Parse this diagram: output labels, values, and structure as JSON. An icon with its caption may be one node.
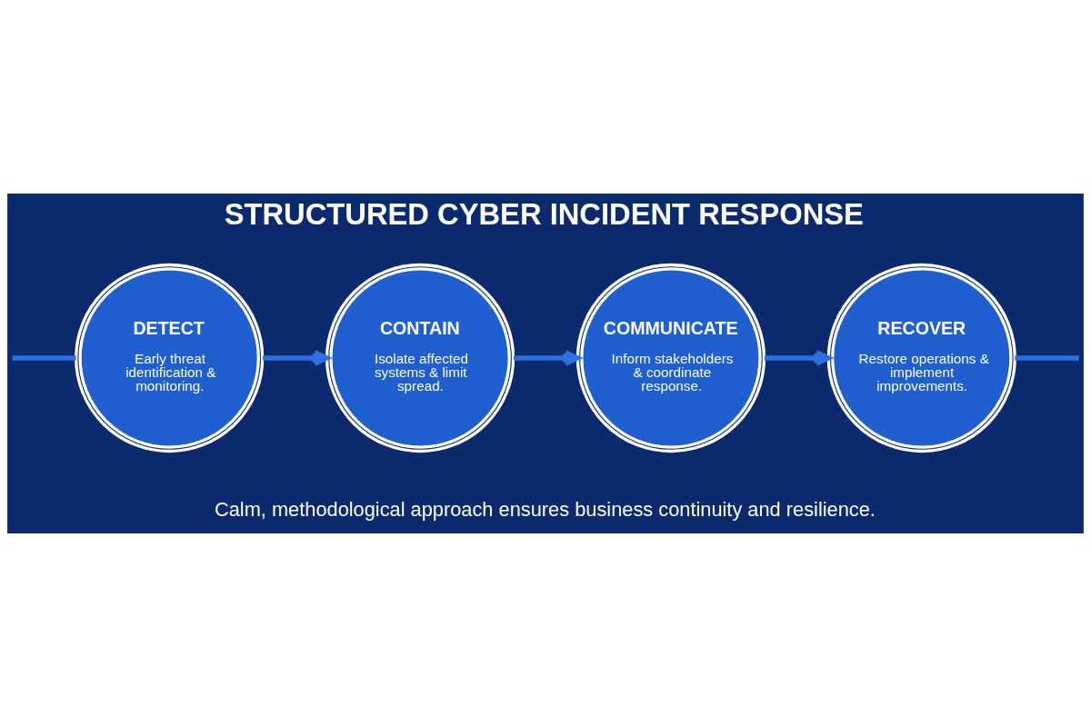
{
  "diagram": {
    "title": "STRUCTURED CYBER INCIDENT RESPONSE",
    "caption": "Calm, methodological approach ensures business continuity and resilience.",
    "nodes": [
      {
        "text": [
          "DETECT",
          "Early threat identification & monitoring."
        ]
      },
      {
        "text": [
          "CONTAIN",
          "Isolate affected systems & limit spread."
        ]
      },
      {
        "text": [
          "COMMUNICATE",
          "Inform stakeholders & coordinate response."
        ]
      },
      {
        "text": [
          "RECOVER",
          "Restore operations & implement improvements."
        ]
      }
    ],
    "edges": [
      {
        "from": null,
        "to": 0,
        "arrow": "none"
      },
      {
        "from": 0,
        "to": 1,
        "arrow": "to"
      },
      {
        "from": 1,
        "to": 2,
        "arrow": "to"
      },
      {
        "from": 2,
        "to": 3,
        "arrow": "to"
      },
      {
        "from": 3,
        "to": null,
        "arrow": "none"
      }
    ]
  }
}
